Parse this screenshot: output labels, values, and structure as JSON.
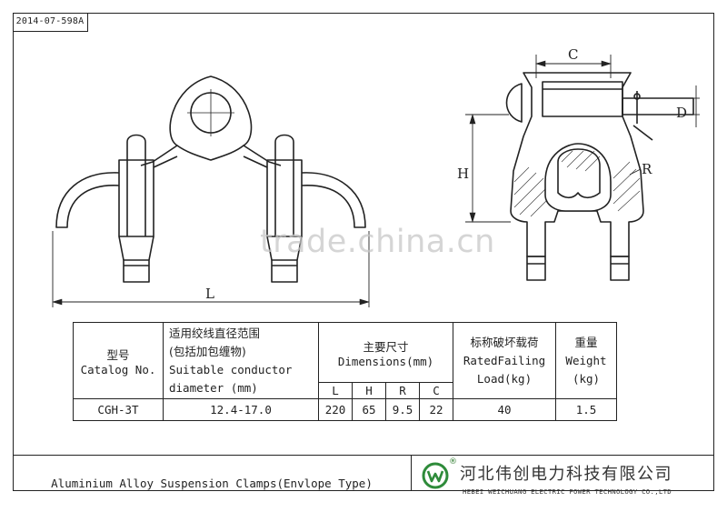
{
  "doc_code": "2014-07-598A",
  "watermark": "trade.china.cn",
  "dimension_labels": {
    "C": "C",
    "D": "D",
    "H": "H",
    "R": "R",
    "L": "L"
  },
  "table": {
    "headers": {
      "catalog_cn": "型号",
      "catalog_en": "Catalog No.",
      "conductor_cn1": "适用绞线直径范围",
      "conductor_cn2": "(包括加包缠物)",
      "conductor_en1": "Suitable conductor",
      "conductor_en2": "diameter (mm)",
      "dims_cn": "主要尺寸",
      "dims_en": "Dimensions(mm)",
      "load_cn": "标称破坏载荷",
      "load_en1": "RatedFailing",
      "load_en2": "Load(kg)",
      "weight_cn": "重量",
      "weight_en1": "Weight",
      "weight_en2": "(kg)"
    },
    "dim_columns": [
      "L",
      "H",
      "R",
      "C"
    ],
    "row": {
      "catalog": "CGH-3T",
      "conductor_range": "12.4-17.0",
      "L": "220",
      "H": "65",
      "R": "9.5",
      "C": "22",
      "load": "40",
      "weight": "1.5"
    }
  },
  "title_block": {
    "product_title": "Aluminium Alloy Suspension Clamps(Envlope Type)",
    "company_cn": "河北伟创电力科技有限公司",
    "company_en": "HEBEI WEICHUANG ELECTRIC  POWER TECHNOLOGY CO.,LTD",
    "logo_letter": "W",
    "logo_mark": "®"
  }
}
